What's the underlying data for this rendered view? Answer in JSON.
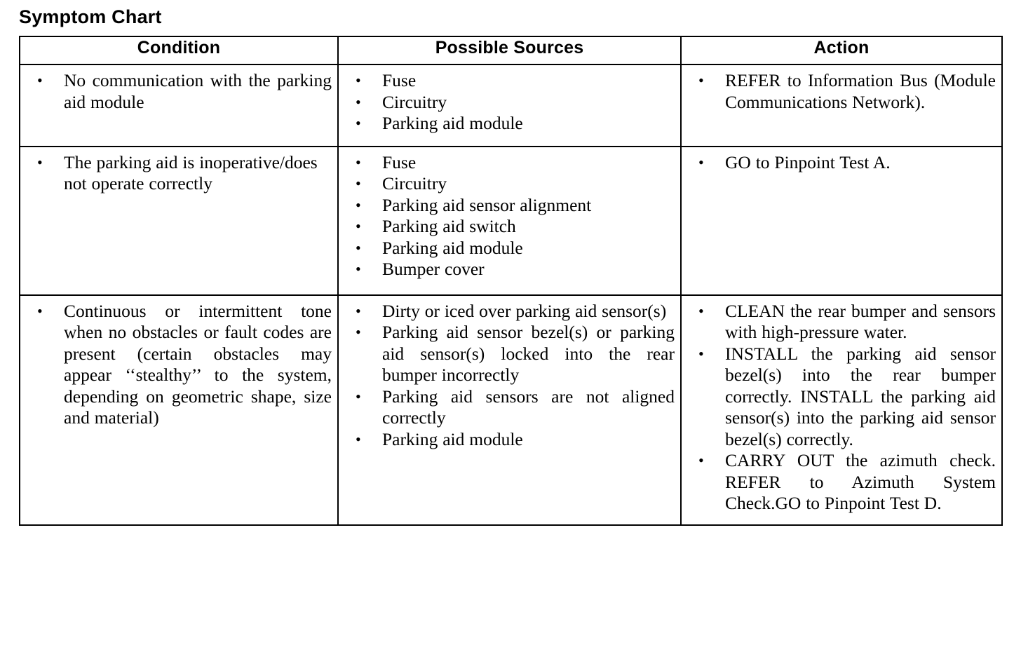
{
  "document": {
    "title": "Symptom Chart"
  },
  "table": {
    "headers": {
      "condition": "Condition",
      "sources": "Possible Sources",
      "action": "Action"
    },
    "rows": [
      {
        "condition": [
          "No communication with the parking aid module"
        ],
        "sources": [
          "Fuse",
          "Circuitry",
          "Parking aid module"
        ],
        "action": [
          "REFER to Information Bus (Module Communications Network)."
        ]
      },
      {
        "condition": [
          "The parking aid is inoperative/does not operate correctly"
        ],
        "sources": [
          "Fuse",
          "Circuitry",
          "Parking aid sensor alignment",
          "Parking aid switch",
          "Parking aid module",
          "Bumper cover"
        ],
        "action": [
          "GO to Pinpoint Test A."
        ]
      },
      {
        "condition": [
          "Continuous or intermittent tone when no obstacles or fault codes are present (certain obstacles may appear ‘‘stealthy’’ to the system, depending on geometric shape, size and material)"
        ],
        "sources": [
          "Dirty or iced over parking aid sensor(s)",
          "Parking aid sensor bezel(s) or parking aid sensor(s) locked into the rear bumper incorrectly",
          "Parking aid sensors are not aligned correctly",
          "Parking aid module"
        ],
        "action": [
          "CLEAN the rear bumper and sensors with high-pressure water.",
          "INSTALL the parking aid sensor bezel(s) into the rear bumper correctly. INSTALL the parking aid sensor(s) into the parking aid sensor bezel(s) correctly.",
          "CARRY OUT the azimuth check. REFER to Azimuth System Check.GO to Pinpoint Test D."
        ]
      }
    ]
  },
  "colors": {
    "text": "#000000",
    "background": "#ffffff",
    "border": "#000000"
  }
}
